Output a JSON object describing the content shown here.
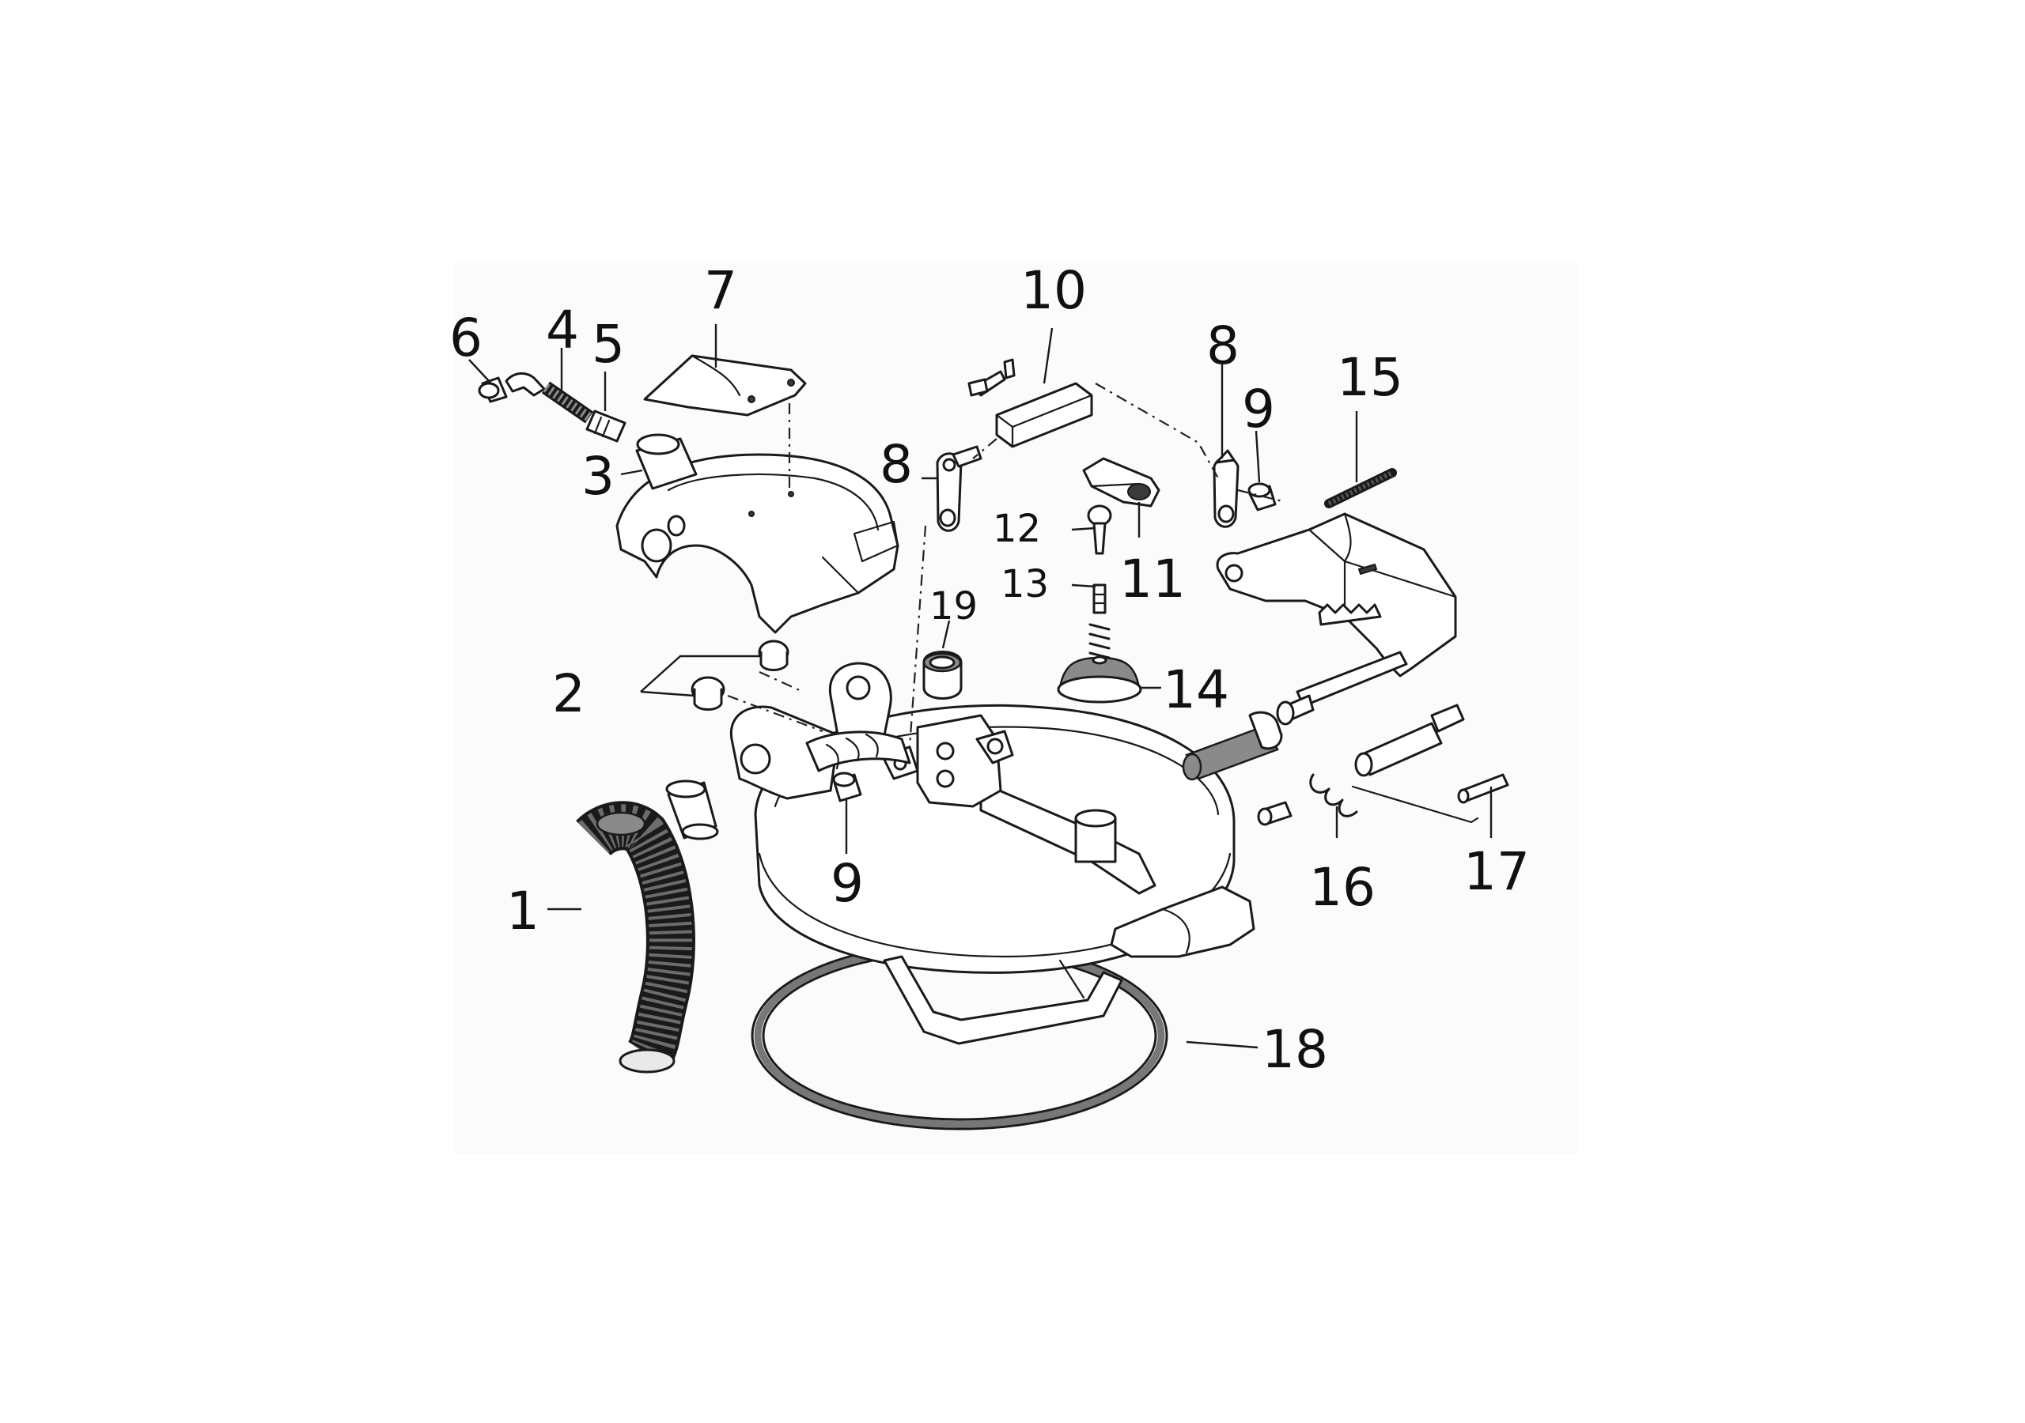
{
  "callouts": [
    {
      "id": "c1",
      "text": "1"
    },
    {
      "id": "c2",
      "text": "2"
    },
    {
      "id": "c3",
      "text": "3"
    },
    {
      "id": "c4",
      "text": "4"
    },
    {
      "id": "c5",
      "text": "5"
    },
    {
      "id": "c6",
      "text": "6"
    },
    {
      "id": "c7",
      "text": "7"
    },
    {
      "id": "c8a",
      "text": "8"
    },
    {
      "id": "c8b",
      "text": "8"
    },
    {
      "id": "c9a",
      "text": "9"
    },
    {
      "id": "c9b",
      "text": "9"
    },
    {
      "id": "c10",
      "text": "10"
    },
    {
      "id": "c11",
      "text": "11"
    },
    {
      "id": "c12",
      "text": "12"
    },
    {
      "id": "c13",
      "text": "13"
    },
    {
      "id": "c14",
      "text": "14"
    },
    {
      "id": "c15",
      "text": "15"
    },
    {
      "id": "c16",
      "text": "16"
    },
    {
      "id": "c17",
      "text": "17"
    },
    {
      "id": "c18",
      "text": "18"
    },
    {
      "id": "c19",
      "text": "19"
    }
  ]
}
